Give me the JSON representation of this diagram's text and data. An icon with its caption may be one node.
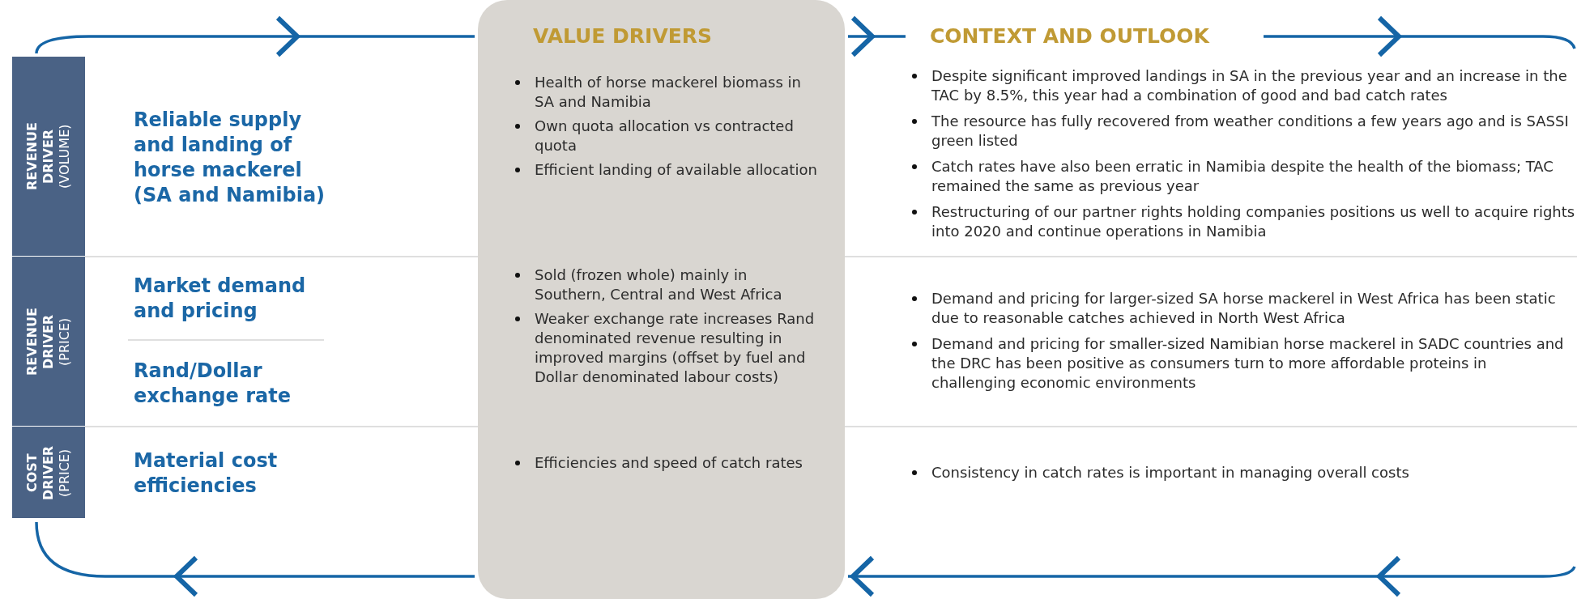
{
  "diagram": {
    "nodes": [
      {
        "text": [
          "VALUE DRIVERS",
          "Health of horse mackerel biomass in SA and Namibia",
          "Own quota allocation vs contracted quota",
          "Efficient landing of available allocation",
          "Sold (frozen whole) mainly in Southern, Central and West Africa",
          "Weaker exchange rate increases Rand denominated revenue resulting in improved margins (offset by fuel and Dollar denominated labour costs)",
          "Efficiencies and speed of catch rates"
        ]
      },
      {
        "text": [
          "REVENUE DRIVER",
          "(VOLUME)"
        ]
      },
      {
        "text": [
          "REVENUE DRIVER",
          "(PRICE)"
        ]
      },
      {
        "text": [
          "COST DRIVER",
          "(PRICE)"
        ]
      }
    ],
    "labels": [
      "CONTEXT AND OUTLOOK",
      "Reliable supply and landing of horse mackerel (SA and Namibia)",
      "Despite significant improved landings in SA in the previous year and an increase in the TAC by 8.5%, this year had a combination of good and bad catch rates",
      "The resource has fully recovered from weather conditions a few years ago and is SASSI green listed",
      "Catch rates have also been erratic in Namibia despite the health of the biomass; TAC remained the same as previous year",
      "Restructuring of our partner rights holding companies positions us well to acquire rights into 2020 and continue operations in Namibia",
      "Market demand and pricing",
      "Rand/Dollar exchange rate",
      "Demand and pricing for larger-sized SA horse mackerel in West Africa has been static due to reasonable catches achieved in North West Africa",
      "Demand and pricing for smaller-sized Namibian horse mackerel in SADC countries and the DRC has been positive as consumers turn to more affordable proteins in challenging economic environments",
      "Material cost efficiencies",
      "Consistency in catch rates is important in managing overall costs"
    ]
  }
}
